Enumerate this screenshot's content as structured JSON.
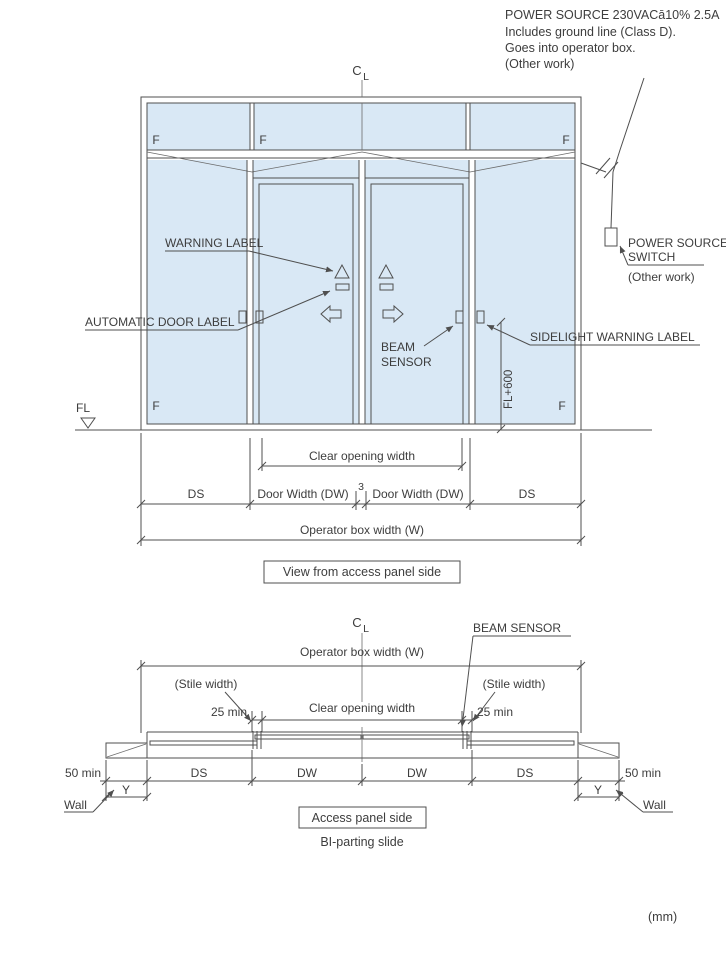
{
  "power_note": {
    "line1": "POWER SOURCE 230VACā10% 2.5A",
    "line2": "Includes ground line (Class D).",
    "line3": "Goes into operator box.",
    "line4": "(Other work)"
  },
  "elevation": {
    "centerline": {
      "c": "C",
      "l": "L"
    },
    "f1": "F",
    "f2": "F",
    "f3": "F",
    "f4": "F",
    "f5": "F",
    "warning_label": "WARNING LABEL",
    "automatic_door_label": "AUTOMATIC DOOR LABEL",
    "beam_sensor_line1": "BEAM",
    "beam_sensor_line2": "SENSOR",
    "sidelight_warning_label": "SIDELIGHT WARNING LABEL",
    "fl": "FL",
    "fl_plus_600": "FL+600",
    "switch": {
      "line1": "POWER SOURCE",
      "line2": "SWITCH",
      "line3": "(Other work)"
    },
    "dims": {
      "clear_opening": "Clear opening width",
      "ds_left": "DS",
      "door_width_left": "Door Width (DW)",
      "gap": "3",
      "door_width_right": "Door Width (DW)",
      "ds_right": "DS",
      "operator_box_width": "Operator box width (W)"
    },
    "caption": "View from access panel side"
  },
  "plan": {
    "centerline": {
      "c": "C",
      "l": "L"
    },
    "beam_sensor": "BEAM SENSOR",
    "operator_box_width": "Operator box width (W)",
    "stile_width_left": "(Stile width)",
    "stile_width_right": "(Stile width)",
    "min25_left": "25 min",
    "min25_right": "25 min",
    "clear_opening": "Clear opening width",
    "min50_left": "50 min",
    "min50_right": "50 min",
    "ds_left": "DS",
    "dw_left": "DW",
    "dw_right": "DW",
    "ds_right": "DS",
    "y_left": "Y",
    "y_right": "Y",
    "wall_left": "Wall",
    "wall_right": "Wall",
    "caption": "Access panel side",
    "subtitle": "BI-parting slide"
  },
  "footer": {
    "units": "(mm)"
  },
  "colors": {
    "glass": "#d9e8f5",
    "line": "#4f4f4f",
    "text": "#3d3d3d"
  }
}
